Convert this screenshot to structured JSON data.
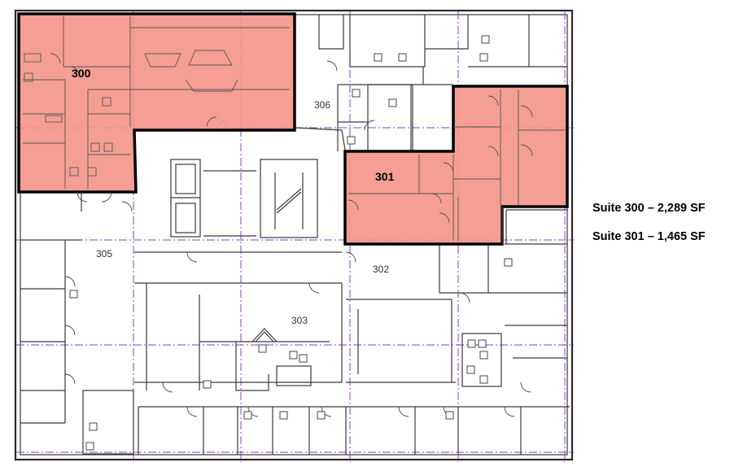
{
  "colors": {
    "suite_fill": "#f4968a",
    "grid_line": "#8a3fd1",
    "outline": "#000000"
  },
  "suites": [
    {
      "id": "300",
      "label": "300"
    },
    {
      "id": "301",
      "label": "301"
    }
  ],
  "rooms": [
    "306",
    "305",
    "302",
    "303"
  ],
  "legend": [
    "Suite 300 – 2,289 SF",
    "Suite 301 – 1,465 SF"
  ]
}
